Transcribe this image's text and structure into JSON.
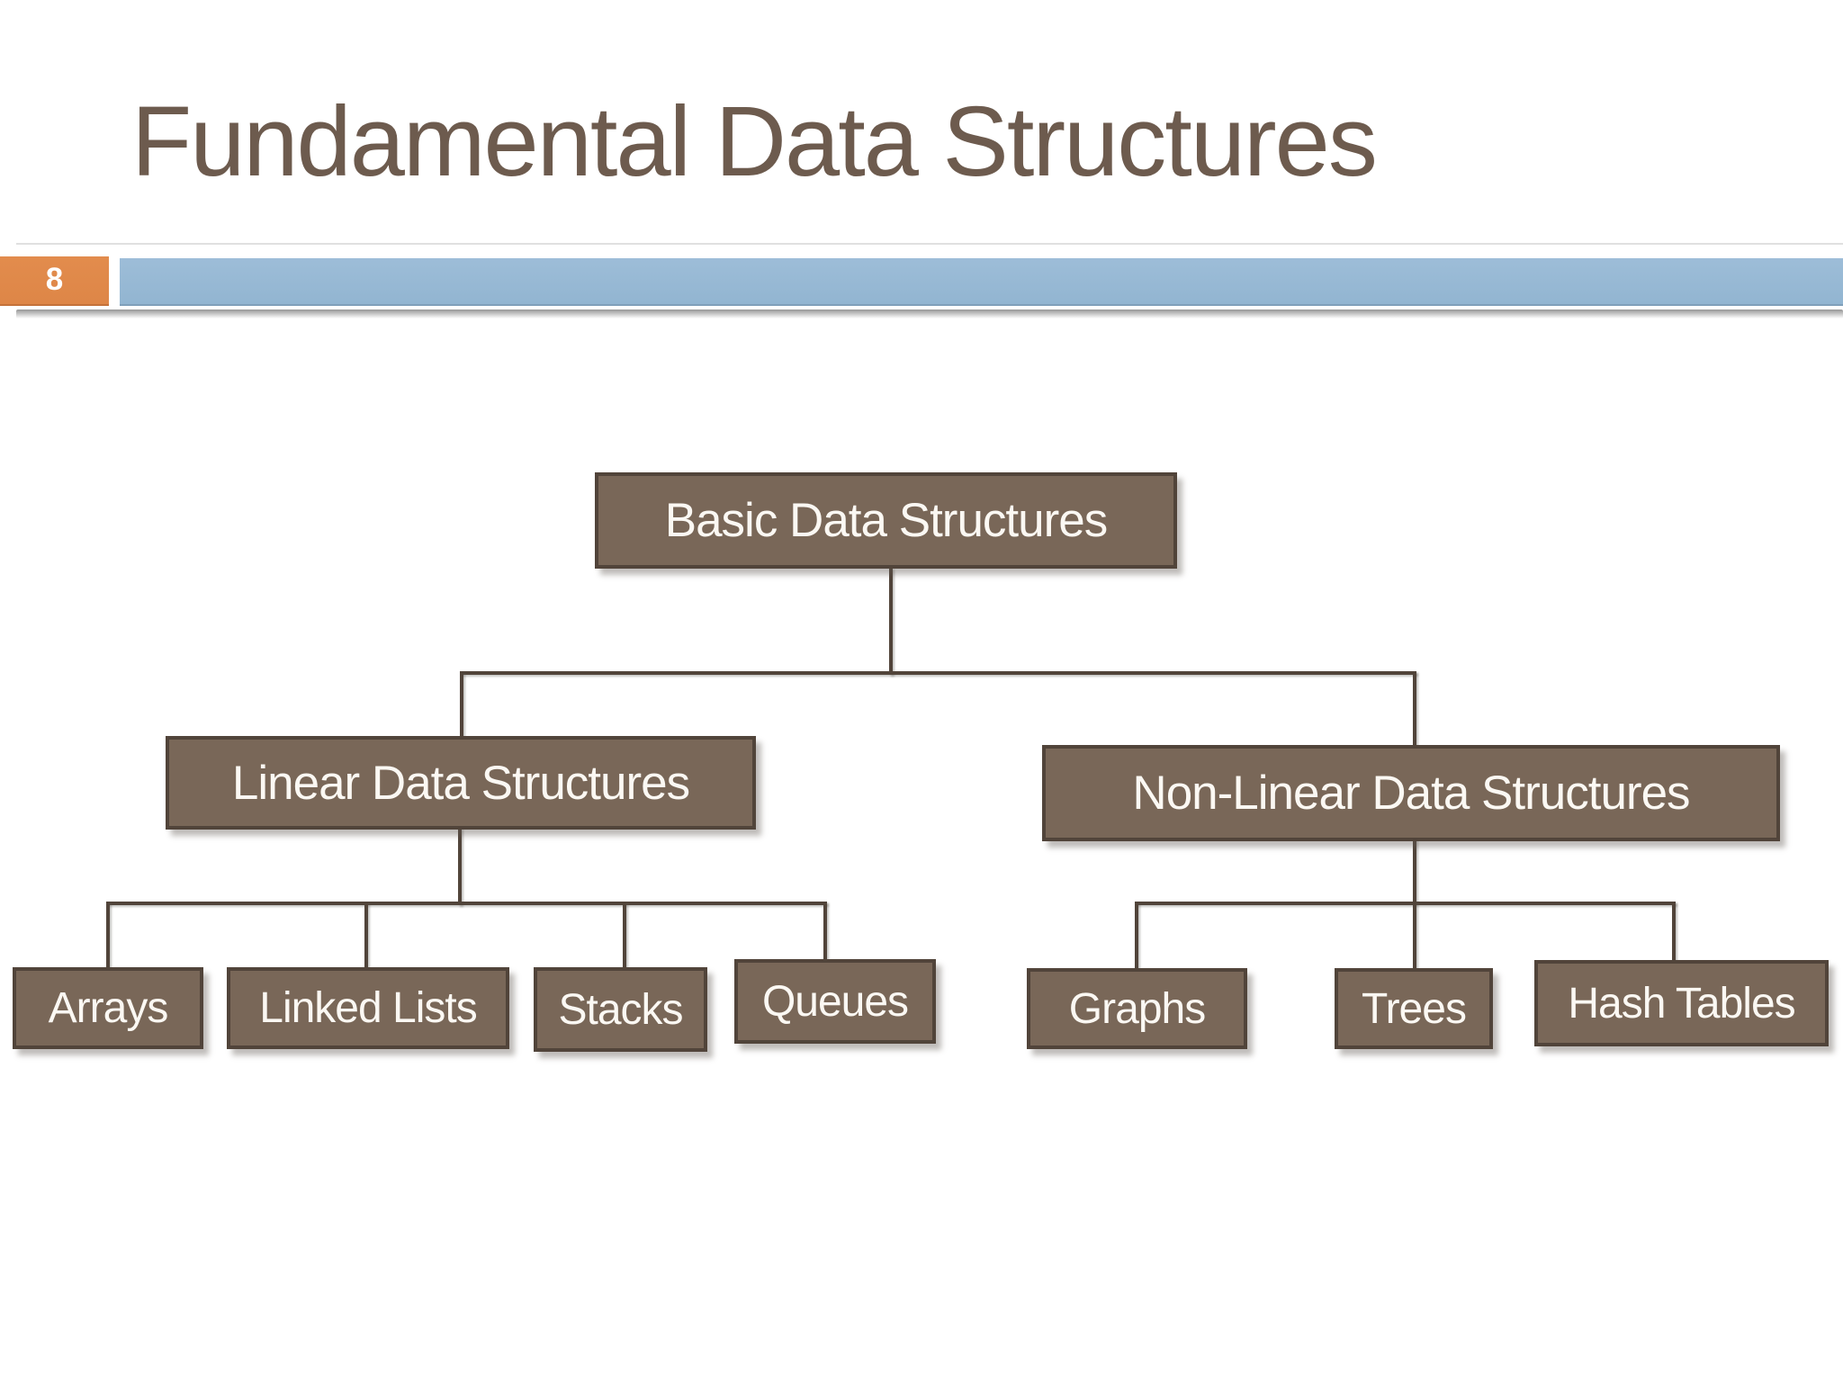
{
  "slide": {
    "title": "Fundamental Data Structures",
    "page_number": "8"
  },
  "diagram": {
    "type": "tree",
    "root": {
      "label": "Basic Data Structures",
      "children": [
        {
          "label": "Linear Data Structures",
          "children": [
            {
              "label": "Arrays"
            },
            {
              "label": "Linked Lists"
            },
            {
              "label": "Stacks"
            },
            {
              "label": "Queues"
            }
          ]
        },
        {
          "label": "Non-Linear Data Structures",
          "children": [
            {
              "label": "Graphs"
            },
            {
              "label": "Trees"
            },
            {
              "label": "Hash Tables"
            }
          ]
        }
      ]
    }
  },
  "colors": {
    "title_text": "#6d5b4e",
    "node_fill": "#796758",
    "node_border": "#51443a",
    "node_text": "#fbf8f3",
    "connector": "#51443a",
    "accent_blue": "#92b5d1",
    "accent_orange": "#de8647",
    "page_number_text": "#ffffff"
  }
}
